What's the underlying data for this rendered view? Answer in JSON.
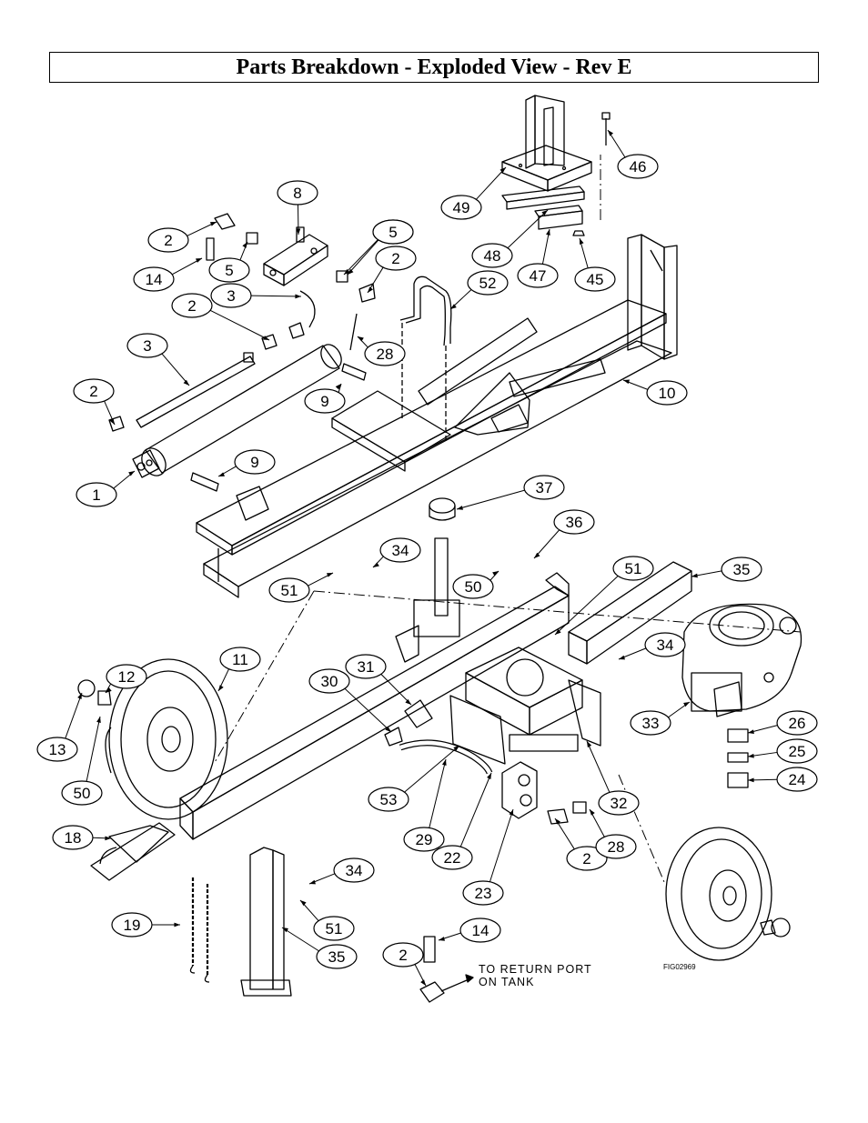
{
  "title": "Parts Breakdown - Exploded View - Rev E",
  "note_line1": "TO RETURN PORT",
  "note_line2": "ON TANK",
  "figure_id": "FIG02969",
  "callouts": [
    {
      "label": "46"
    },
    {
      "label": "49"
    },
    {
      "label": "48"
    },
    {
      "label": "47"
    },
    {
      "label": "45"
    },
    {
      "label": "8"
    },
    {
      "label": "2"
    },
    {
      "label": "5"
    },
    {
      "label": "14"
    },
    {
      "label": "5"
    },
    {
      "label": "5"
    },
    {
      "label": "2"
    },
    {
      "label": "3"
    },
    {
      "label": "2"
    },
    {
      "label": "52"
    },
    {
      "label": "28"
    },
    {
      "label": "3"
    },
    {
      "label": "9"
    },
    {
      "label": "2"
    },
    {
      "label": "10"
    },
    {
      "label": "9"
    },
    {
      "label": "1"
    },
    {
      "label": "37"
    },
    {
      "label": "36"
    },
    {
      "label": "34"
    },
    {
      "label": "50"
    },
    {
      "label": "51"
    },
    {
      "label": "51"
    },
    {
      "label": "35"
    },
    {
      "label": "34"
    },
    {
      "label": "11"
    },
    {
      "label": "12"
    },
    {
      "label": "30"
    },
    {
      "label": "31"
    },
    {
      "label": "33"
    },
    {
      "label": "26"
    },
    {
      "label": "13"
    },
    {
      "label": "25"
    },
    {
      "label": "24"
    },
    {
      "label": "50"
    },
    {
      "label": "53"
    },
    {
      "label": "32"
    },
    {
      "label": "29"
    },
    {
      "label": "22"
    },
    {
      "label": "2"
    },
    {
      "label": "28"
    },
    {
      "label": "18"
    },
    {
      "label": "23"
    },
    {
      "label": "34"
    },
    {
      "label": "19"
    },
    {
      "label": "51"
    },
    {
      "label": "35"
    },
    {
      "label": "14"
    },
    {
      "label": "2"
    }
  ]
}
